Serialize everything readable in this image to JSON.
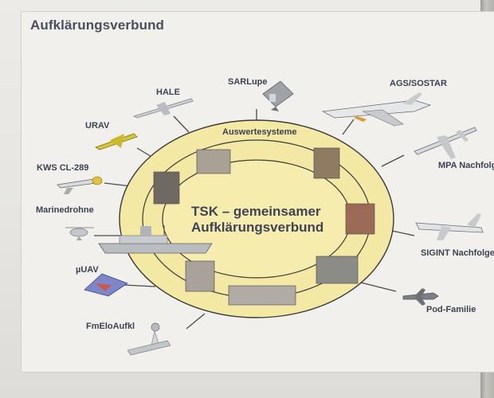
{
  "title": "Aufklärungsverbund",
  "center": {
    "line1": "TSK – gemeinsamer",
    "line2": "Aufklärungsverbund"
  },
  "ring_label": "Auswertesysteme",
  "sensors": {
    "hale": "HALE",
    "sarlupe": "SARLupe",
    "ags_sostar": "AGS/SOSTAR",
    "urav": "URAV",
    "mpa": "MPA Nachfolge",
    "kws": "KWS CL-289",
    "marinedrohne": "Marinedrohne",
    "sigint": "SIGINT Nachfolge",
    "muav": "µUAV",
    "pod": "Pod-Familie",
    "fmelo": "FmEloAufkl"
  },
  "colors": {
    "ring_fill": "#f3e8a4",
    "ring_border": "#3b3b3b",
    "title": "#4b4f5c",
    "text": "#3d4152"
  }
}
